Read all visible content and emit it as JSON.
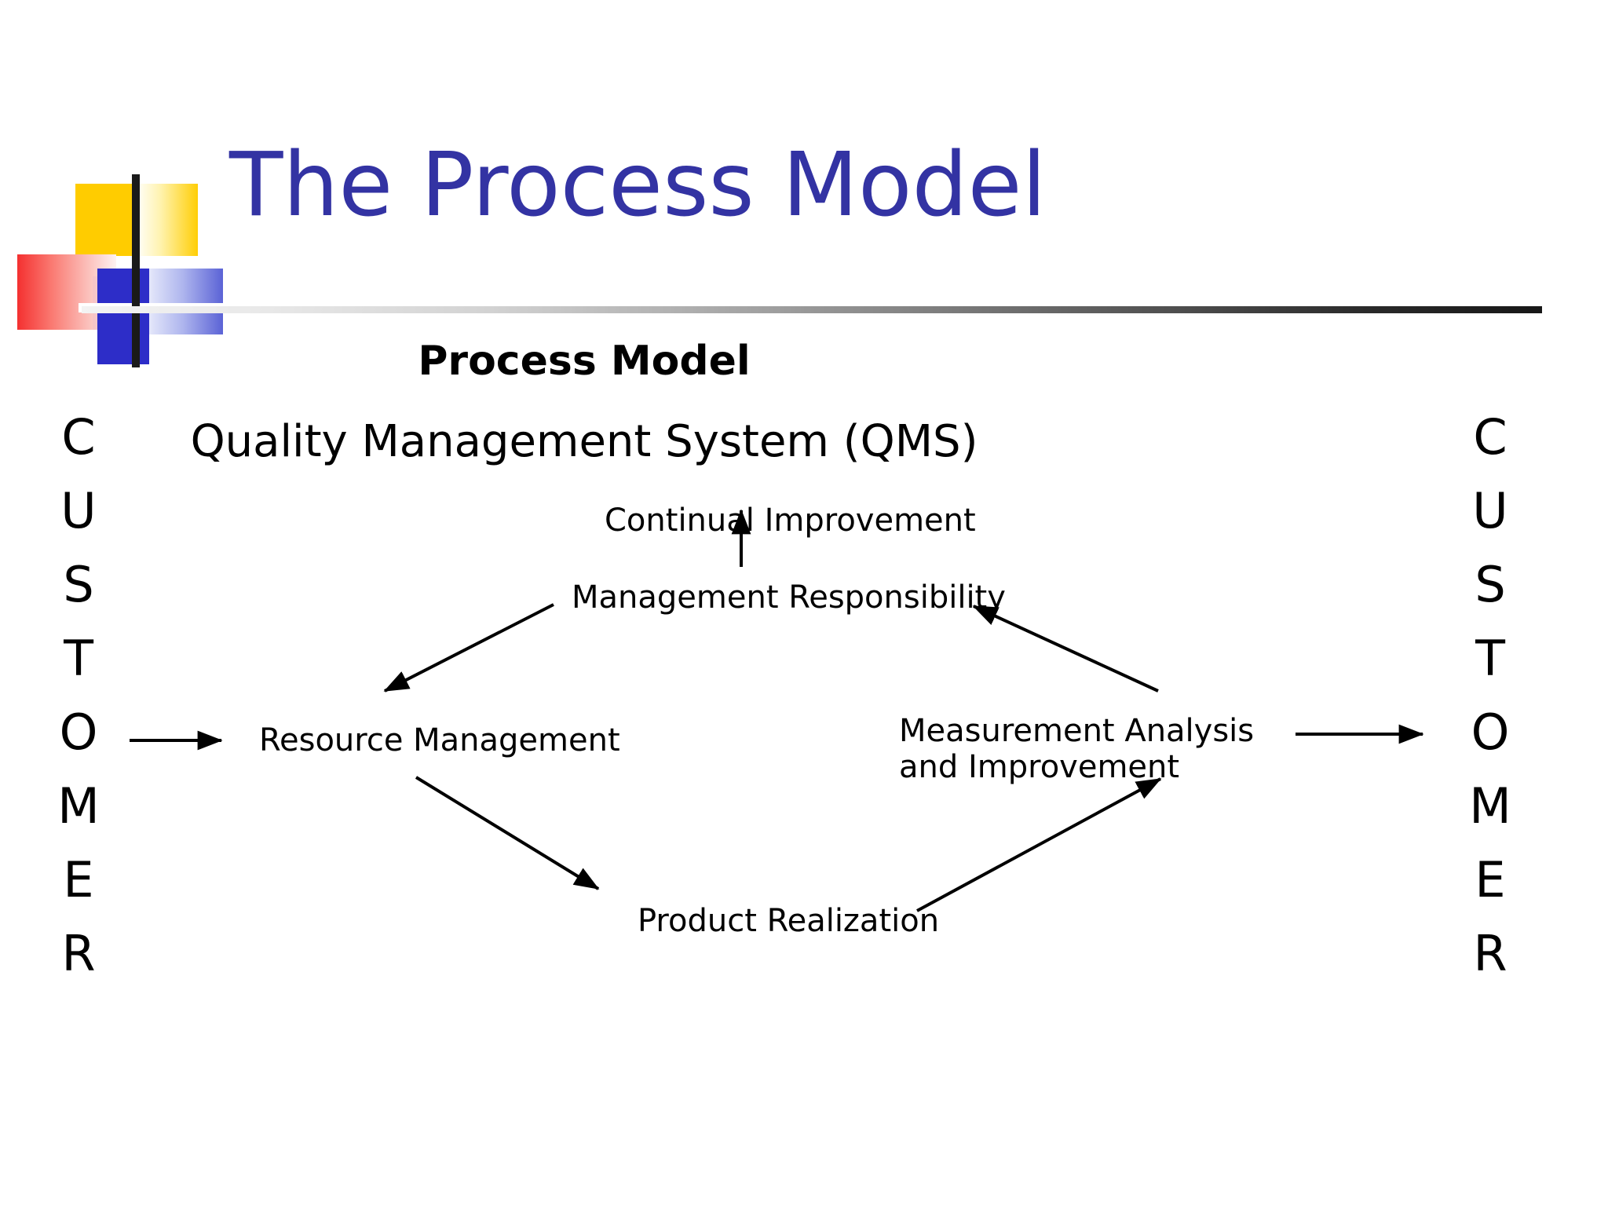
{
  "slide": {
    "title": "The Process Model",
    "title_color": "#3333A3",
    "background_color": "#FFFFFF"
  },
  "diagram": {
    "heading": "Process Model",
    "subheading": "Quality Management System (QMS)",
    "nodes": [
      {
        "id": "continual-improvement",
        "label": "Continual Improvement"
      },
      {
        "id": "management-responsibility",
        "label": "Management Responsibility"
      },
      {
        "id": "resource-management",
        "label": "Resource Management"
      },
      {
        "id": "measurement-analysis-and-improvement",
        "label": "Measurement Analysis and Improvement"
      },
      {
        "id": "product-realization",
        "label": "Product Realization"
      }
    ],
    "columns": {
      "left_letters": [
        "C",
        "U",
        "S",
        "T",
        "O",
        "M",
        "E",
        "R"
      ],
      "right_letters": [
        "C",
        "U",
        "S",
        "T",
        "O",
        "M",
        "E",
        "R"
      ]
    },
    "arrows": [
      {
        "from": "customer-left",
        "to": "resource-management"
      },
      {
        "from": "management-responsibility",
        "to": "resource-management"
      },
      {
        "from": "resource-management",
        "to": "product-realization"
      },
      {
        "from": "product-realization",
        "to": "measurement-analysis-and-improvement"
      },
      {
        "from": "measurement-analysis-and-improvement",
        "to": "management-responsibility"
      },
      {
        "from": "measurement-analysis-and-improvement",
        "to": "customer-right"
      },
      {
        "from": "management-responsibility",
        "to": "continual-improvement"
      }
    ],
    "arrow_color": "#000000"
  },
  "logo": {
    "yellow": "#FFCC00",
    "red": "#F43030",
    "blue": "#2D2DC8",
    "bar": "#1A1A1A"
  }
}
